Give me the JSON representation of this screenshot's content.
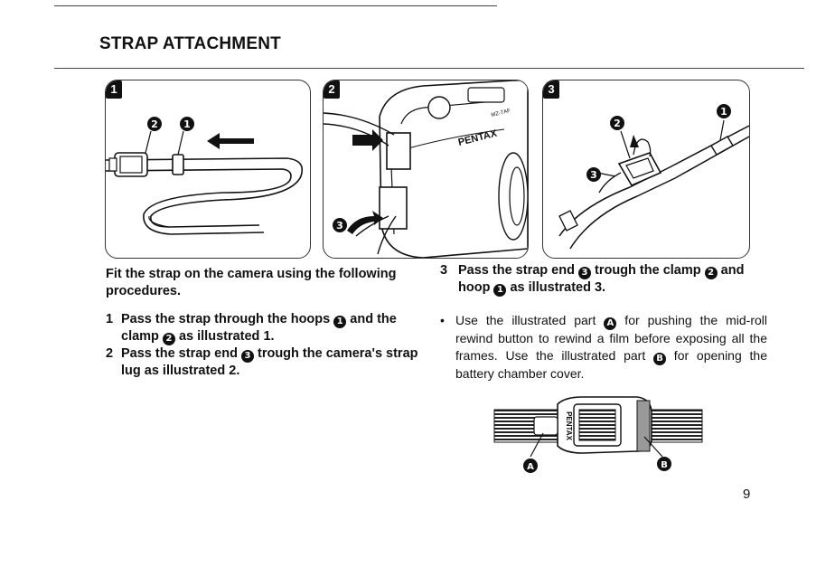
{
  "page": {
    "title": "STRAP ATTACHMENT",
    "page_number": "9"
  },
  "panels": [
    {
      "number": "1",
      "callouts": [
        "2",
        "1"
      ],
      "brand": ""
    },
    {
      "number": "2",
      "callouts": [
        "3"
      ],
      "brand": "PENTAX",
      "model_label": "MZ-7AF"
    },
    {
      "number": "3",
      "callouts": [
        "2",
        "1",
        "3"
      ],
      "brand": ""
    }
  ],
  "intro": "Fit the strap on the camera using the following procedures.",
  "steps": [
    {
      "n": "1",
      "parts": [
        "Pass the strap through the hoops ",
        "1",
        " and the clamp ",
        "2",
        " as illustrated 1."
      ]
    },
    {
      "n": "2",
      "parts": [
        "Pass the strap end ",
        "3",
        " trough the camera's strap lug as illustrated 2."
      ]
    },
    {
      "n": "3",
      "parts": [
        "Pass the strap end ",
        "3",
        " trough the clamp ",
        "2",
        " and hoop ",
        "1",
        " as illustrated 3."
      ]
    }
  ],
  "bullet": {
    "dot": "•",
    "parts": [
      "Use the illustrated part ",
      "A",
      " for pushing the mid-roll rewind button to rewind a film before exposing all the frames. Use the illustrated part ",
      "B",
      " for opening the battery chamber cover."
    ]
  },
  "detail": {
    "brand": "PENTAX",
    "labels": [
      "A",
      "B"
    ]
  }
}
